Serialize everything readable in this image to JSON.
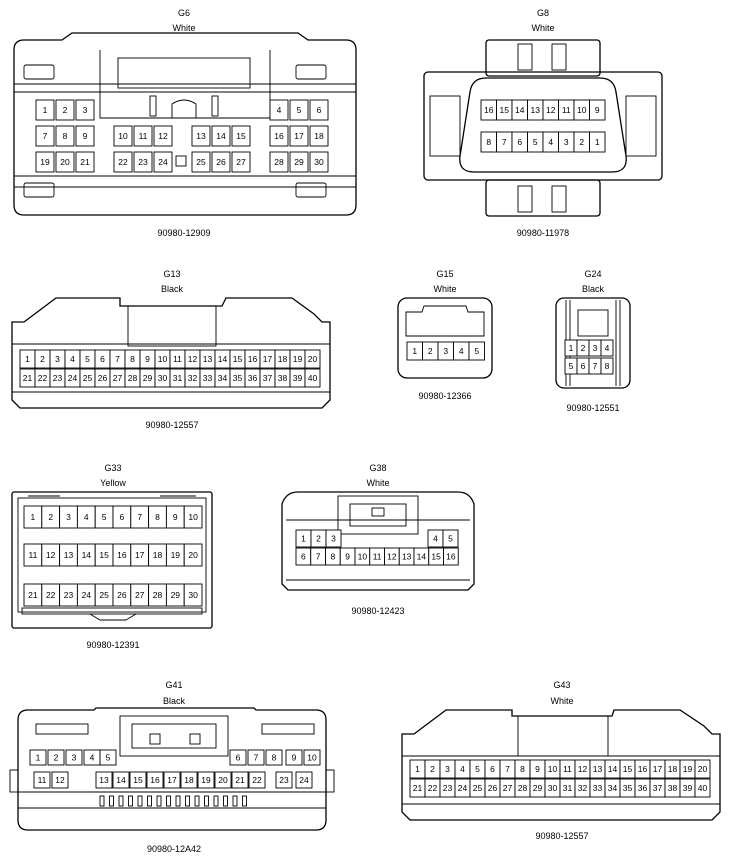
{
  "connectors": [
    {
      "id": "g6",
      "name": "G6",
      "color": "White",
      "part": "90980-12909",
      "pin_rows": [
        [
          "1",
          "2",
          "3",
          "4",
          "5",
          "6"
        ],
        [
          "7",
          "8",
          "9",
          "10",
          "11",
          "12",
          "13",
          "14",
          "15",
          "16",
          "17",
          "18"
        ],
        [
          "19",
          "20",
          "21",
          "22",
          "23",
          "24",
          "25",
          "26",
          "27",
          "28",
          "29",
          "30"
        ]
      ]
    },
    {
      "id": "g8",
      "name": "G8",
      "color": "White",
      "part": "90980-11978",
      "pin_rows": [
        [
          "16",
          "15",
          "14",
          "13",
          "12",
          "11",
          "10",
          "9"
        ],
        [
          "8",
          "7",
          "6",
          "5",
          "4",
          "3",
          "2",
          "1"
        ]
      ]
    },
    {
      "id": "g13",
      "name": "G13",
      "color": "Black",
      "part": "90980-12557",
      "pin_rows": [
        [
          "1",
          "2",
          "3",
          "4",
          "5",
          "6",
          "7",
          "8",
          "9",
          "10",
          "11",
          "12",
          "13",
          "14",
          "15",
          "16",
          "17",
          "18",
          "19",
          "20"
        ],
        [
          "21",
          "22",
          "23",
          "24",
          "25",
          "26",
          "27",
          "28",
          "29",
          "30",
          "31",
          "32",
          "33",
          "34",
          "35",
          "36",
          "37",
          "38",
          "39",
          "40"
        ]
      ]
    },
    {
      "id": "g15",
      "name": "G15",
      "color": "White",
      "part": "90980-12366",
      "pin_rows": [
        [
          "1",
          "2",
          "3",
          "4",
          "5"
        ]
      ]
    },
    {
      "id": "g24",
      "name": "G24",
      "color": "Black",
      "part": "90980-12551",
      "pin_rows": [
        [
          "1",
          "2",
          "3",
          "4"
        ],
        [
          "5",
          "6",
          "7",
          "8"
        ]
      ]
    },
    {
      "id": "g33",
      "name": "G33",
      "color": "Yellow",
      "part": "90980-12391",
      "pin_rows": [
        [
          "1",
          "2",
          "3",
          "4",
          "5",
          "6",
          "7",
          "8",
          "9",
          "10"
        ],
        [
          "11",
          "12",
          "13",
          "14",
          "15",
          "16",
          "17",
          "18",
          "19",
          "20"
        ],
        [
          "21",
          "22",
          "23",
          "24",
          "25",
          "26",
          "27",
          "28",
          "29",
          "30"
        ]
      ]
    },
    {
      "id": "g38",
      "name": "G38",
      "color": "White",
      "part": "90980-12423",
      "pin_rows": [
        [
          "1",
          "2",
          "3",
          "4",
          "5"
        ],
        [
          "6",
          "7",
          "8",
          "9",
          "10",
          "11",
          "12",
          "13",
          "14",
          "15",
          "16"
        ]
      ]
    },
    {
      "id": "g41",
      "name": "G41",
      "color": "Black",
      "part": "90980-12A42",
      "pin_rows": [
        [
          "1",
          "2",
          "3",
          "4",
          "5",
          "6",
          "7",
          "8",
          "9",
          "10"
        ],
        [
          "11",
          "12",
          "13",
          "14",
          "15",
          "16",
          "17",
          "18",
          "19",
          "20",
          "21",
          "22",
          "23",
          "24"
        ]
      ]
    },
    {
      "id": "g43",
      "name": "G43",
      "color": "White",
      "part": "90980-12557",
      "pin_rows": [
        [
          "1",
          "2",
          "3",
          "4",
          "5",
          "6",
          "7",
          "8",
          "9",
          "10",
          "11",
          "12",
          "13",
          "14",
          "15",
          "16",
          "17",
          "18",
          "19",
          "20"
        ],
        [
          "21",
          "22",
          "23",
          "24",
          "25",
          "26",
          "27",
          "28",
          "29",
          "30",
          "31",
          "32",
          "33",
          "34",
          "35",
          "36",
          "37",
          "38",
          "39",
          "40"
        ]
      ]
    }
  ]
}
